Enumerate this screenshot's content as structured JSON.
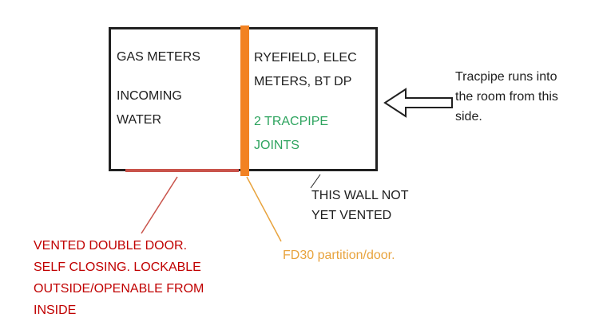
{
  "texts": {
    "gas_meters": "GAS METERS",
    "incoming_water": [
      "INCOMING",
      "WATER"
    ],
    "ryefield": [
      "RYEFIELD, ELEC",
      "METERS, BT DP"
    ],
    "tracpipe_joints": [
      "2 TRACPIPE",
      "JOINTS"
    ],
    "tracpipe_note": [
      "Tracpipe runs into",
      "the room from this",
      "side."
    ],
    "wall_note": [
      "THIS WALL NOT",
      "YET VENTED"
    ],
    "door_note": [
      "VENTED DOUBLE DOOR.",
      "SELF CLOSING. LOCKABLE",
      "OUTSIDE/OPENABLE FROM",
      "INSIDE"
    ],
    "partition_note": "FD30 partition/door."
  },
  "colors": {
    "outline_black": "#202020",
    "partition_orange": "#f28222",
    "orange_note": "#e8a33d",
    "door_line_red": "#c9534b",
    "red_note": "#c00000",
    "green_note": "#2ea45f",
    "arrow_fill": "#ffffff"
  }
}
